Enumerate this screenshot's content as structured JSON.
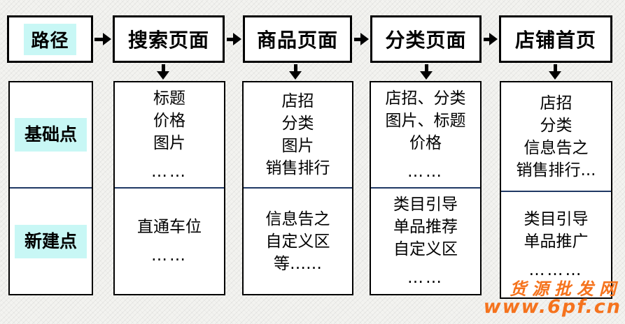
{
  "flow": {
    "path_label": "路径",
    "row_labels": {
      "basic": "基础点",
      "new": "新建点"
    },
    "columns": [
      {
        "header": "搜索页面",
        "basic": [
          "标题",
          "价格",
          "图片",
          "……"
        ],
        "new": [
          "直通车位",
          "……"
        ]
      },
      {
        "header": "商品页面",
        "basic": [
          "店招",
          "分类",
          "图片",
          "销售排行"
        ],
        "new": [
          "信息告之",
          "自定义区",
          "等……"
        ]
      },
      {
        "header": "分类页面",
        "basic": [
          "店招、分类",
          "图片、标题",
          "价格",
          "……"
        ],
        "new": [
          "类目引导",
          "单品推荐",
          "自定义区",
          "……"
        ]
      },
      {
        "header": "店铺首页",
        "basic": [
          "店招",
          "分类",
          "信息告之",
          "销售排行..."
        ],
        "new": [
          "类目引导",
          "单品推广",
          "………"
        ]
      }
    ]
  },
  "watermark": {
    "site_name": "货源批发网",
    "url": "www.6pf.cn"
  },
  "colors": {
    "highlight": "#c8f7f5",
    "divider": "#1f3864",
    "border": "#000000",
    "box_bg": "#ffffff",
    "watermark_orange": "#f5731d"
  }
}
